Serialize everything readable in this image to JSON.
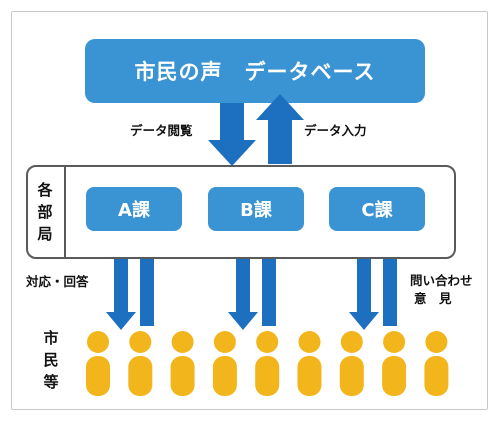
{
  "database": {
    "label": "市民の声　データベース"
  },
  "arrows": {
    "view": "データ閲覧",
    "input": "データ入力",
    "respond": "対応・回答",
    "inquiry_1": "問い合わせ",
    "inquiry_2": "意　見"
  },
  "departments_label": [
    "各",
    "部",
    "局"
  ],
  "departments": [
    {
      "label": "A課"
    },
    {
      "label": "B課"
    },
    {
      "label": "C課"
    }
  ],
  "citizens_label": [
    "市",
    "民",
    "等"
  ],
  "citizen_count": 9,
  "colors": {
    "box_blue": "#3a93d3",
    "arrow_blue": "#1d6fbf",
    "person_yellow": "#f2b51c",
    "border": "#5a5a5a"
  }
}
